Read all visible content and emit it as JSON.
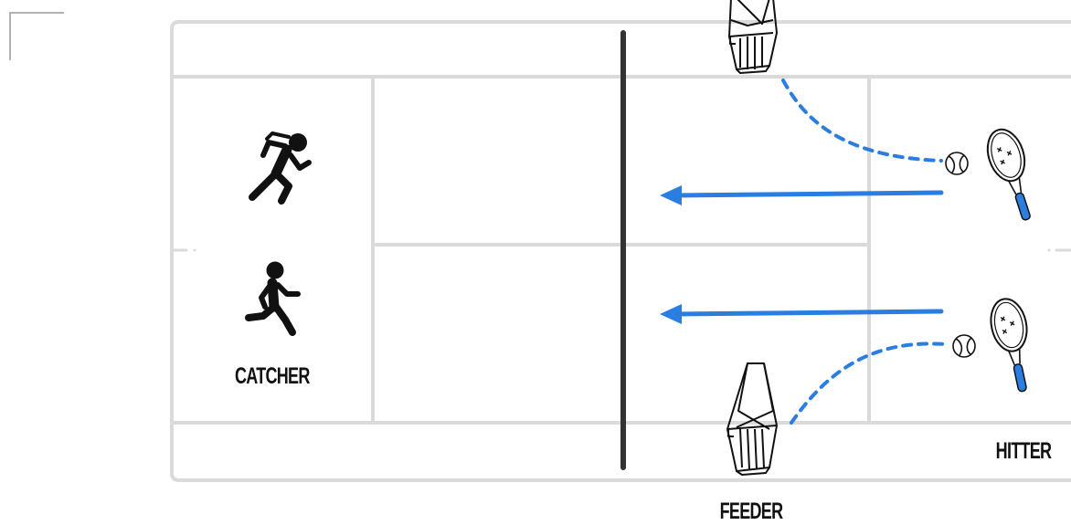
{
  "labels": {
    "catcher": "CATCHER",
    "hitter": "HITTER",
    "feeder": "FEEDER"
  },
  "colors": {
    "court_lines": "#dadada",
    "net": "#333333",
    "arrow": "#2a7de1",
    "icon": "#111111",
    "racket_grip": "#2a7de1"
  },
  "icons": [
    "corner-bracket-icon",
    "running-person-icon",
    "running-person-icon",
    "ball-basket-icon",
    "ball-basket-icon",
    "tennis-racket-icon",
    "tennis-racket-icon",
    "tennis-ball-icon",
    "tennis-ball-icon"
  ]
}
